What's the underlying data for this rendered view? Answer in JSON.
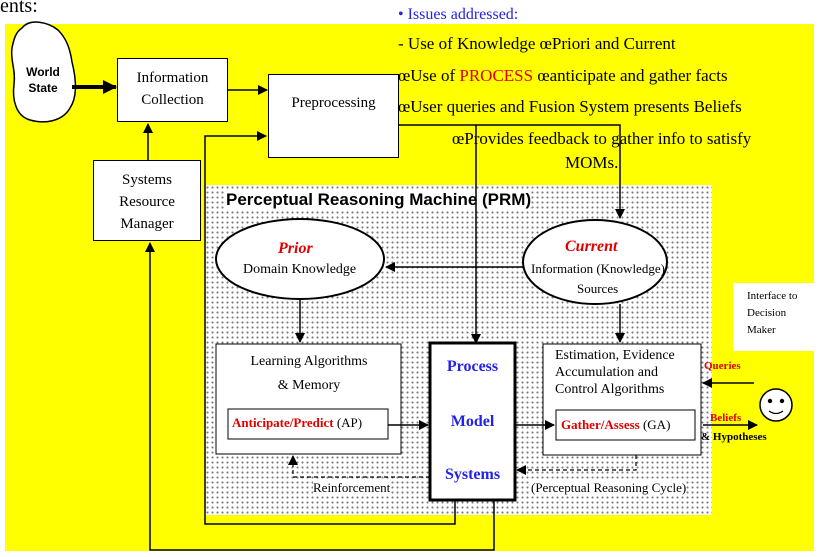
{
  "top_text": "ents:",
  "issues": {
    "heading": "• Issues addressed:",
    "line1": "- Use of Knowledge œPriori and Current",
    "line2_pre": "œUse of ",
    "line2_highlight": "PROCESS",
    "line2_post": " œanticipate and gather facts",
    "line3": "œUser queries and Fusion System presents Beliefs",
    "line4a": "œProvides feedback to gather info to satisfy",
    "line4b": "MOMs."
  },
  "blocks": {
    "world_state": [
      "World",
      "State"
    ],
    "info_collection": [
      "Information",
      "Collection"
    ],
    "preprocessing": "Preprocessing",
    "resource_manager": [
      "Systems",
      "Resource",
      "Manager"
    ]
  },
  "prm": {
    "title": "Perceptual Reasoning Machine (PRM)",
    "prior_title": "Prior",
    "prior_sub": "Domain Knowledge",
    "current_title": "Current",
    "current_sub1": "Information (Knowledge)",
    "current_sub2": "Sources",
    "learning": [
      "Learning Algorithms",
      "& Memory"
    ],
    "ap_label": "Anticipate/Predict",
    "ap_abbr": " (AP)",
    "process_model": [
      "Process",
      "Model",
      "Systems"
    ],
    "estimation": [
      "Estimation, Evidence",
      "Accumulation and",
      "Control Algorithms"
    ],
    "ga_label": "Gather/Assess",
    "ga_abbr": " (GA)",
    "reinforcement": "Reinforcement",
    "reasoning_cycle": "(Perceptual Reasoning Cycle)"
  },
  "interface": {
    "label": [
      "Interface to",
      "Decision",
      "Maker"
    ],
    "queries": "Queries",
    "beliefs": "Beliefs",
    "hypotheses": "& Hypotheses"
  },
  "colors": {
    "background": "#ffff00",
    "highlight_red": "#e00000",
    "process_blue": "#2323e6"
  }
}
